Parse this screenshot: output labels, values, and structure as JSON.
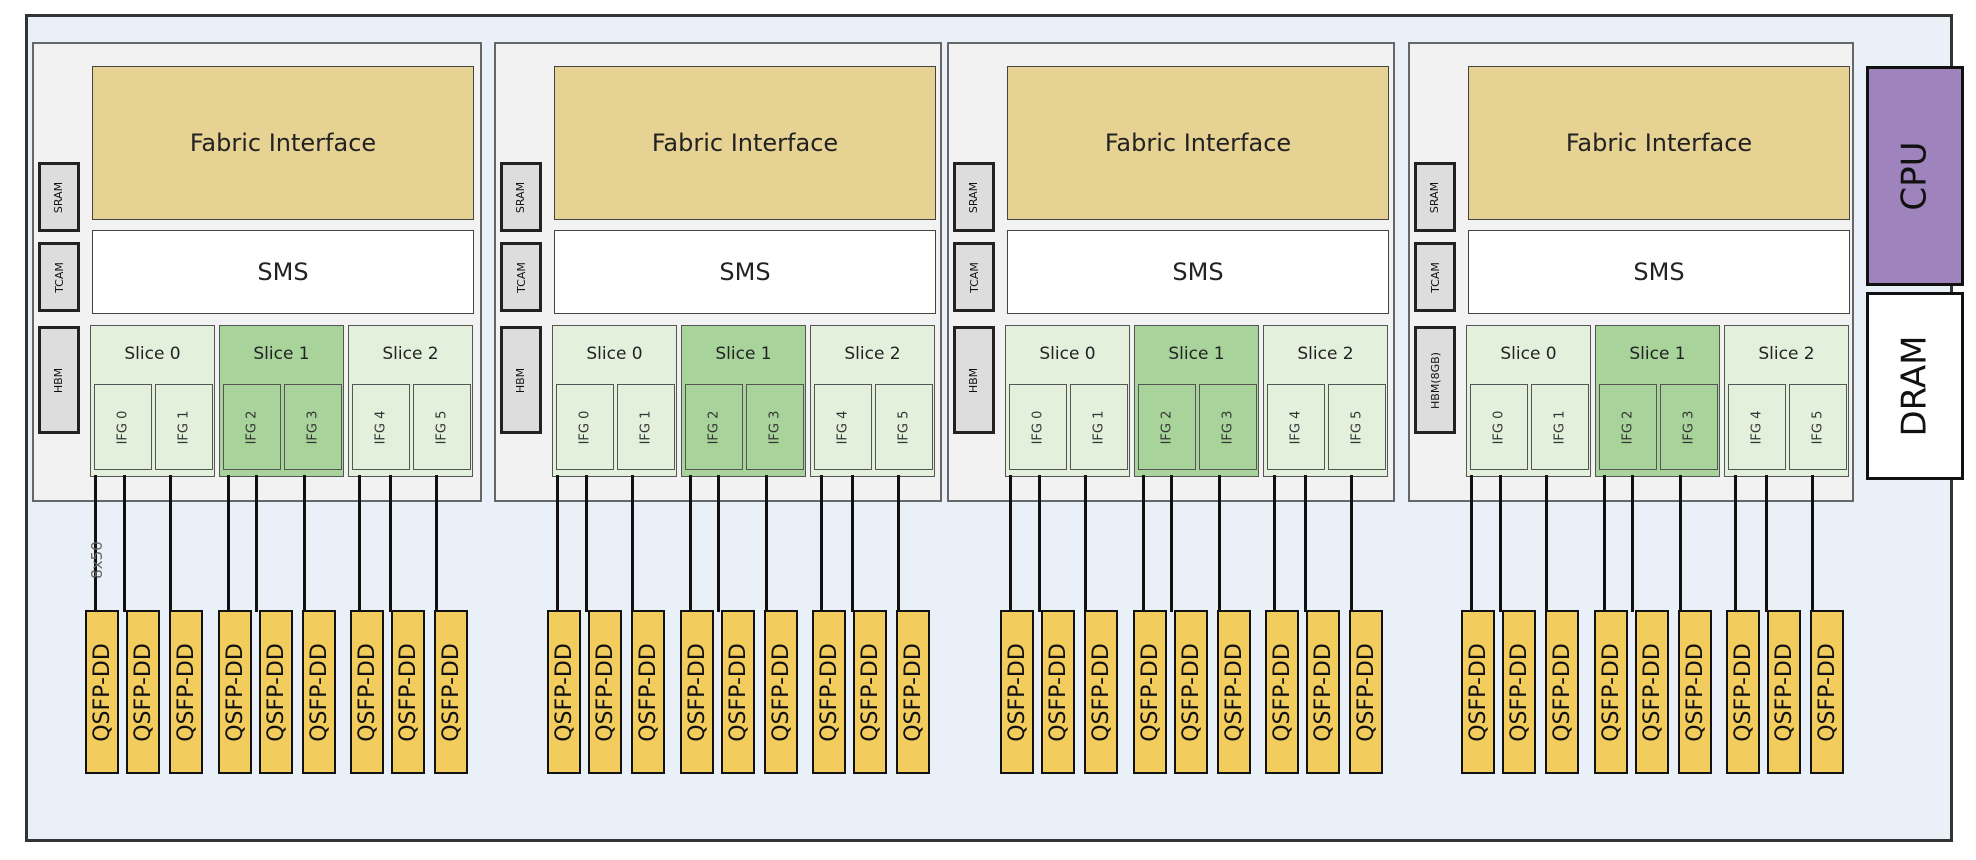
{
  "diagram": {
    "lane_label": "8x50",
    "cpu": "CPU",
    "dram": "DRAM",
    "port_label": "QSFP-DD",
    "asics": [
      {
        "fabric": "Fabric Interface",
        "sms": "SMS",
        "sram": "SRAM",
        "tcam": "TCAM",
        "hbm": "HBM",
        "slices": [
          {
            "label": "Slice 0",
            "ifgs": [
              "IFG 0",
              "IFG 1"
            ]
          },
          {
            "label": "Slice 1",
            "ifgs": [
              "IFG 2",
              "IFG 3"
            ]
          },
          {
            "label": "Slice 2",
            "ifgs": [
              "IFG 4",
              "IFG 5"
            ]
          }
        ]
      },
      {
        "fabric": "Fabric Interface",
        "sms": "SMS",
        "sram": "SRAM",
        "tcam": "TCAM",
        "hbm": "HBM",
        "slices": [
          {
            "label": "Slice 0",
            "ifgs": [
              "IFG 0",
              "IFG 1"
            ]
          },
          {
            "label": "Slice 1",
            "ifgs": [
              "IFG 2",
              "IFG 3"
            ]
          },
          {
            "label": "Slice 2",
            "ifgs": [
              "IFG 4",
              "IFG 5"
            ]
          }
        ]
      },
      {
        "fabric": "Fabric Interface",
        "sms": "SMS",
        "sram": "SRAM",
        "tcam": "TCAM",
        "hbm": "HBM",
        "slices": [
          {
            "label": "Slice 0",
            "ifgs": [
              "IFG 0",
              "IFG 1"
            ]
          },
          {
            "label": "Slice 1",
            "ifgs": [
              "IFG 2",
              "IFG 3"
            ]
          },
          {
            "label": "Slice 2",
            "ifgs": [
              "IFG 4",
              "IFG 5"
            ]
          }
        ]
      },
      {
        "fabric": "Fabric Interface",
        "sms": "SMS",
        "sram": "SRAM",
        "tcam": "TCAM",
        "hbm": "HBM(8GB)",
        "slices": [
          {
            "label": "Slice 0",
            "ifgs": [
              "IFG 0",
              "IFG 1"
            ]
          },
          {
            "label": "Slice 1",
            "ifgs": [
              "IFG 2",
              "IFG 3"
            ]
          },
          {
            "label": "Slice 2",
            "ifgs": [
              "IFG 4",
              "IFG 5"
            ]
          }
        ]
      }
    ]
  }
}
